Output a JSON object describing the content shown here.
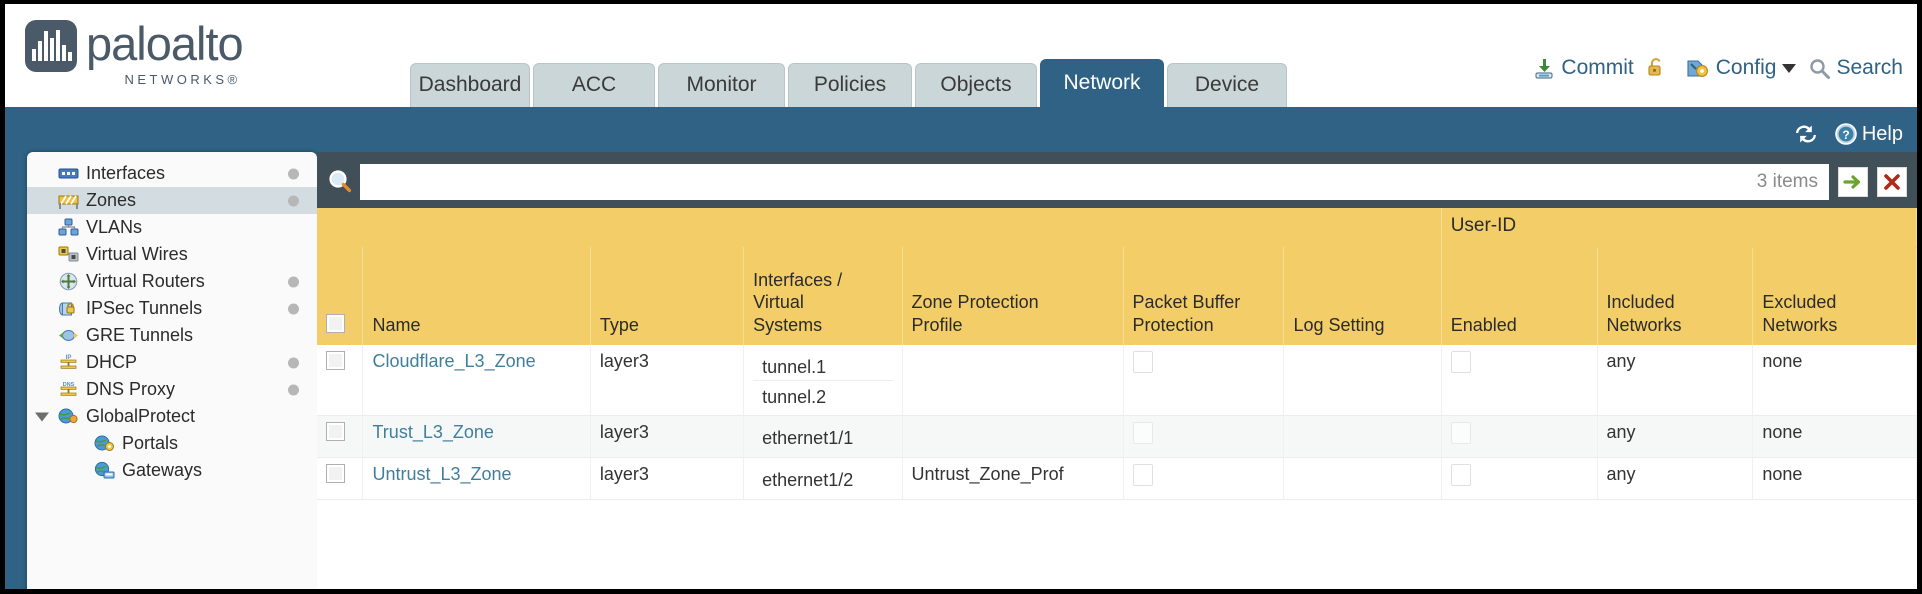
{
  "brand": {
    "name": "paloalto",
    "tagline": "NETWORKS®"
  },
  "nav_tabs": [
    {
      "label": "Dashboard",
      "active": false,
      "width": 120
    },
    {
      "label": "ACC",
      "active": false,
      "width": 122
    },
    {
      "label": "Monitor",
      "active": false,
      "width": 127
    },
    {
      "label": "Policies",
      "active": false,
      "width": 124
    },
    {
      "label": "Objects",
      "active": false,
      "width": 122
    },
    {
      "label": "Network",
      "active": true,
      "width": 124
    },
    {
      "label": "Device",
      "active": false,
      "width": 120
    }
  ],
  "header_actions": [
    {
      "label": "Commit",
      "icon": "commit-icon"
    },
    {
      "label": "",
      "icon": "unlock-icon"
    },
    {
      "label": "Config",
      "icon": "config-icon",
      "caret": true
    },
    {
      "label": "Search",
      "icon": "search-icon"
    }
  ],
  "band": {
    "refresh_icon": "refresh-icon",
    "help_label": "Help",
    "help_icon": "help-icon"
  },
  "sidebar": {
    "items": [
      {
        "label": "Interfaces",
        "icon": "interfaces-icon",
        "dot": true,
        "selected": false,
        "child": false,
        "expander": false
      },
      {
        "label": "Zones",
        "icon": "zones-icon",
        "dot": true,
        "selected": true,
        "child": false,
        "expander": false
      },
      {
        "label": "VLANs",
        "icon": "vlans-icon",
        "dot": false,
        "selected": false,
        "child": false,
        "expander": false
      },
      {
        "label": "Virtual Wires",
        "icon": "virtual-wires-icon",
        "dot": false,
        "selected": false,
        "child": false,
        "expander": false
      },
      {
        "label": "Virtual Routers",
        "icon": "virtual-routers-icon",
        "dot": true,
        "selected": false,
        "child": false,
        "expander": false
      },
      {
        "label": "IPSec Tunnels",
        "icon": "ipsec-tunnels-icon",
        "dot": true,
        "selected": false,
        "child": false,
        "expander": false
      },
      {
        "label": "GRE Tunnels",
        "icon": "gre-tunnels-icon",
        "dot": false,
        "selected": false,
        "child": false,
        "expander": false
      },
      {
        "label": "DHCP",
        "icon": "dhcp-icon",
        "dot": true,
        "selected": false,
        "child": false,
        "expander": false
      },
      {
        "label": "DNS Proxy",
        "icon": "dns-proxy-icon",
        "dot": true,
        "selected": false,
        "child": false,
        "expander": false
      },
      {
        "label": "GlobalProtect",
        "icon": "globalprotect-icon",
        "dot": false,
        "selected": false,
        "child": false,
        "expander": true
      },
      {
        "label": "Portals",
        "icon": "portals-icon",
        "dot": false,
        "selected": false,
        "child": true,
        "expander": false
      },
      {
        "label": "Gateways",
        "icon": "gateways-icon",
        "dot": false,
        "selected": false,
        "child": true,
        "expander": false
      }
    ]
  },
  "search": {
    "value": "",
    "placeholder": "",
    "icon": "magnifier-icon",
    "item_count": "3 items",
    "apply_icon": "apply-arrow-icon",
    "clear_icon": "clear-x-icon"
  },
  "table": {
    "group_header": "User-ID",
    "columns": [
      "Name",
      "Type",
      "Interfaces / Virtual Systems",
      "Zone Protection Profile",
      "Packet Buffer Protection",
      "Log Setting",
      "Enabled",
      "Included Networks",
      "Excluded Networks"
    ],
    "rows": [
      {
        "selected": false,
        "name": "Cloudflare_L3_Zone",
        "type": "layer3",
        "interfaces": [
          "tunnel.1",
          "tunnel.2"
        ],
        "zone_protection_profile": "",
        "packet_buffer_protection": false,
        "log_setting": "",
        "userid_enabled": false,
        "included_networks": "any",
        "excluded_networks": "none"
      },
      {
        "selected": false,
        "name": "Trust_L3_Zone",
        "type": "layer3",
        "interfaces": [
          "ethernet1/1"
        ],
        "zone_protection_profile": "",
        "packet_buffer_protection": false,
        "log_setting": "",
        "userid_enabled": false,
        "included_networks": "any",
        "excluded_networks": "none"
      },
      {
        "selected": false,
        "name": "Untrust_L3_Zone",
        "type": "layer3",
        "interfaces": [
          "ethernet1/2"
        ],
        "zone_protection_profile": "Untrust_Zone_Prof",
        "packet_buffer_protection": false,
        "log_setting": "",
        "userid_enabled": false,
        "included_networks": "any",
        "excluded_networks": "none"
      }
    ]
  },
  "colors": {
    "brand_blue": "#2f6285",
    "header_yellow": "#f3cd67",
    "group_yellow": "#dfad34",
    "panel_dark": "#414f58",
    "link_blue": "#3f7f9b",
    "tab_grey": "#cbd6d8"
  }
}
